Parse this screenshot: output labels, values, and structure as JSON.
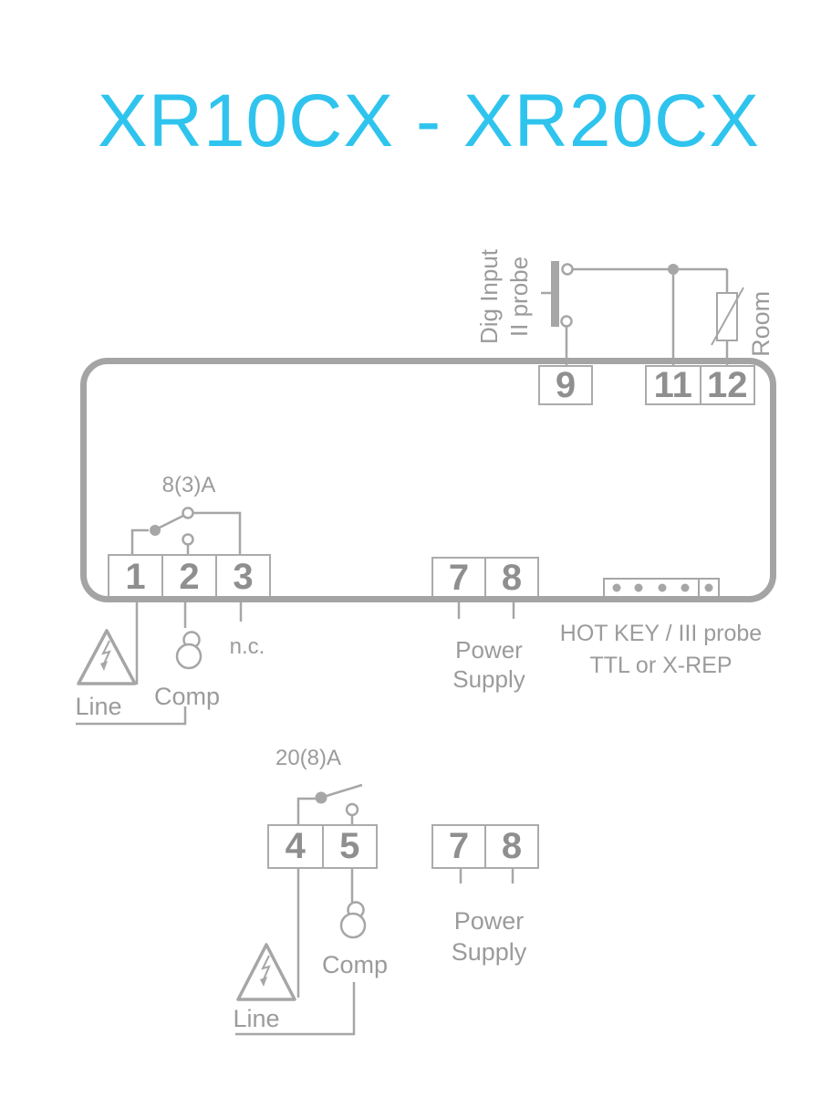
{
  "colors": {
    "accent": "#2fc4ee",
    "line": "#a6a6a6",
    "text": "#9b9b9b",
    "number": "#8f8f8f",
    "border": "#a4a4a4"
  },
  "title": "XR10CX - XR20CX",
  "main_diagram": {
    "dig_input_label_line1": "Dig Input",
    "dig_input_label_line2": "II probe",
    "room_probe_label": "Room",
    "terminal_9": "9",
    "terminal_11": "11",
    "terminal_12": "12",
    "relay_rating": "8(3)A",
    "relay_terminals": [
      "1",
      "2",
      "3"
    ],
    "line_label": "Line",
    "comp_label": "Comp",
    "nc_label": "n.c.",
    "power_terminals": [
      "7",
      "8"
    ],
    "power_label_line1": "Power",
    "power_label_line2": "Supply",
    "hotkey_label_line1": "HOT KEY / III probe",
    "hotkey_label_line2": "TTL or X-REP"
  },
  "secondary_diagram": {
    "relay_rating": "20(8)A",
    "relay_terminals": [
      "4",
      "5"
    ],
    "line_label": "Line",
    "comp_label": "Comp",
    "power_terminals": [
      "7",
      "8"
    ],
    "power_label_line1": "Power",
    "power_label_line2": "Supply"
  }
}
